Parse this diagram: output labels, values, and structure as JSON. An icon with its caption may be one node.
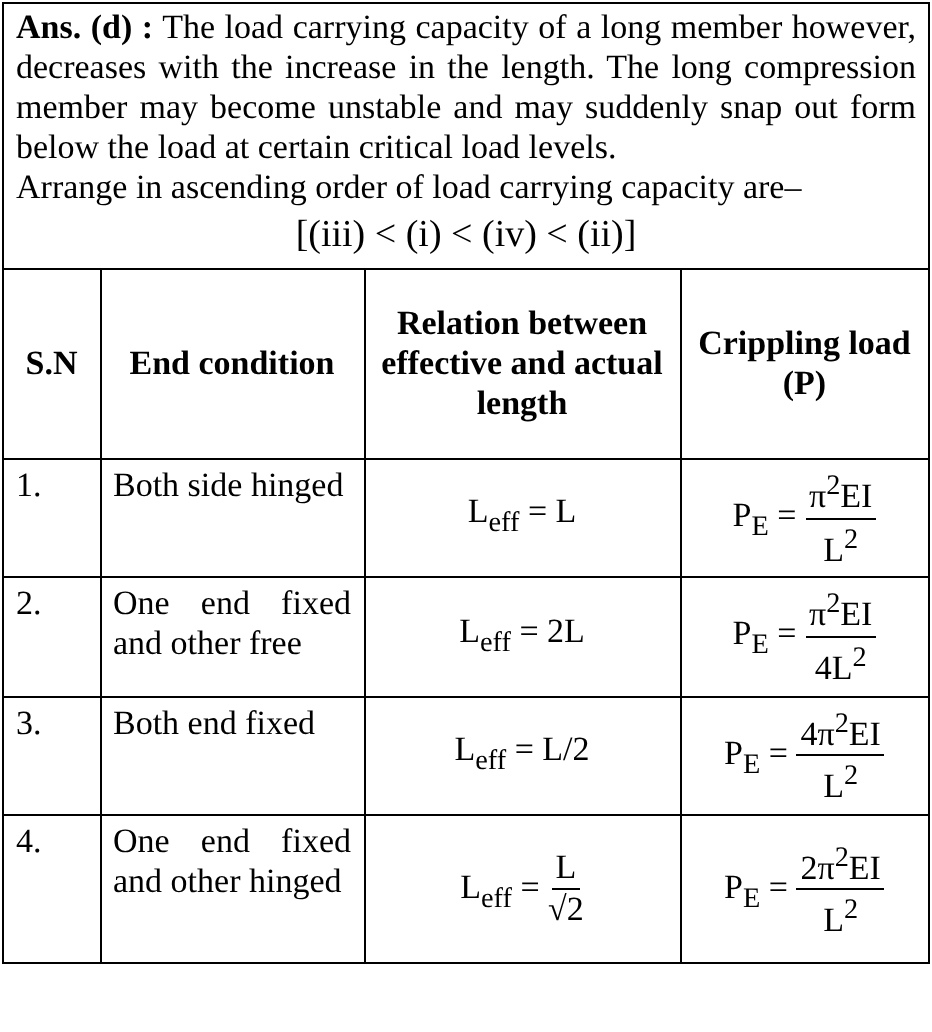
{
  "diagram": {
    "labels": [
      "**Ans. (d) :** The load carrying capacity of a long member however, decreases with the increase in the length. The long compression member may become unstable and may suddenly snap out form below the load at certain critical load levels.",
      "Arrange in ascending order of load carrying capacity are–",
      "[(iii) < (i) < (iv) < (ii)]",
      "S.N",
      "End condition",
      "Relation between effective and actual length",
      "Crippling load (P)",
      "1.",
      "Both side hinged",
      "L$_{eff}$ = L",
      "P$_{E}$ =",
      "π$^{2}$EI",
      "L$^{2}$",
      "2.",
      "One end fixed and other free",
      "L$_{eff}$ = 2L",
      "P$_{E}$ =",
      "π$^{2}$EI",
      "4L$^{2}$",
      "3.",
      "Both end fixed",
      "L$_{eff}$ = L/2",
      "P$_{E}$ =",
      "4π$^{2}$EI",
      "L$^{2}$",
      "4.",
      "One end fixed and other hinged",
      "L$_{eff}$ =",
      "L",
      "√2",
      "P$_{E}$ =",
      "2π$^{2}$EI",
      "L$^{2}$"
    ]
  }
}
